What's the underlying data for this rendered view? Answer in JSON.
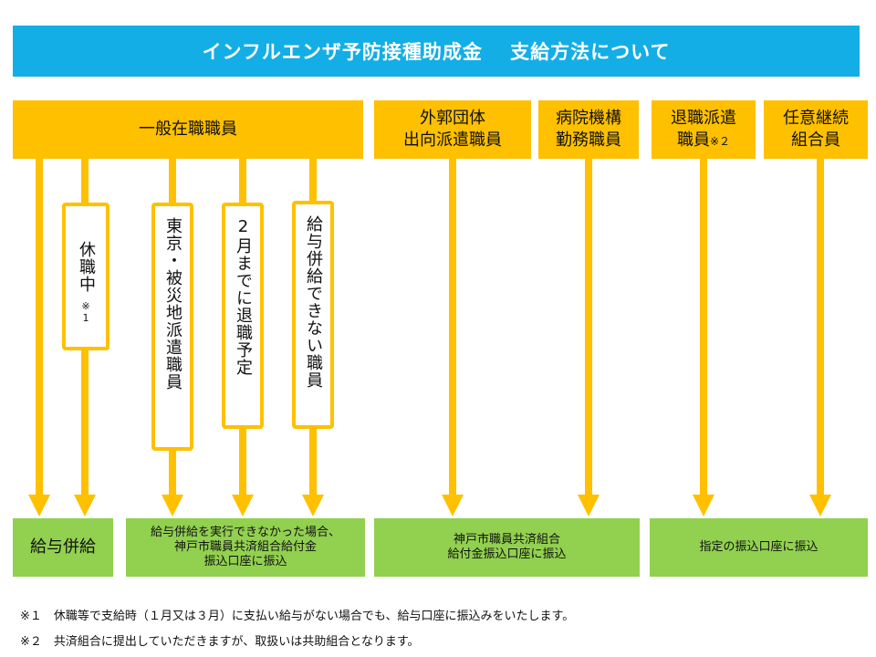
{
  "title": "インフルエンザ予防接種助成金　 支給方法について",
  "headers": {
    "general": "一般在職職員",
    "external_line1": "外郭団体",
    "external_line2": "出向派遣職員",
    "hospital_line1": "病院機構",
    "hospital_line2": "勤務職員",
    "retired_line1": "退職派遣",
    "retired_line2": "職員",
    "retired_note": "※２",
    "voluntary_line1": "任意継続",
    "voluntary_line2": "組合員"
  },
  "sub_boxes": {
    "leave": "休職中",
    "leave_note": "※1",
    "tokyo": "東京・被災地派遣職員",
    "retire_feb": "2月までに退職予定",
    "no_salary": "給与併給できない職員"
  },
  "results": {
    "salary": "給与併給",
    "mutual_line1": "給与併給を実行できなかった場合、",
    "mutual_line2": "神戸市職員共済組合給付金",
    "mutual_line3": "振込口座に振込",
    "kobe_line1": "神戸市職員共済組合",
    "kobe_line2": "給付金振込口座に振込",
    "designated": "指定の振込口座に振込"
  },
  "notes": [
    "※１　休職等で支給時（１月又は３月）に支払い給与がない場合でも、給与口座に振込みをいたします。",
    "※２　共済組合に提出していただきますが、取扱いは共助組合となります。"
  ],
  "colors": {
    "title_bg": "#14aee6",
    "header_bg": "#ffc000",
    "result_bg": "#92d050",
    "arrow": "#ffc000"
  }
}
